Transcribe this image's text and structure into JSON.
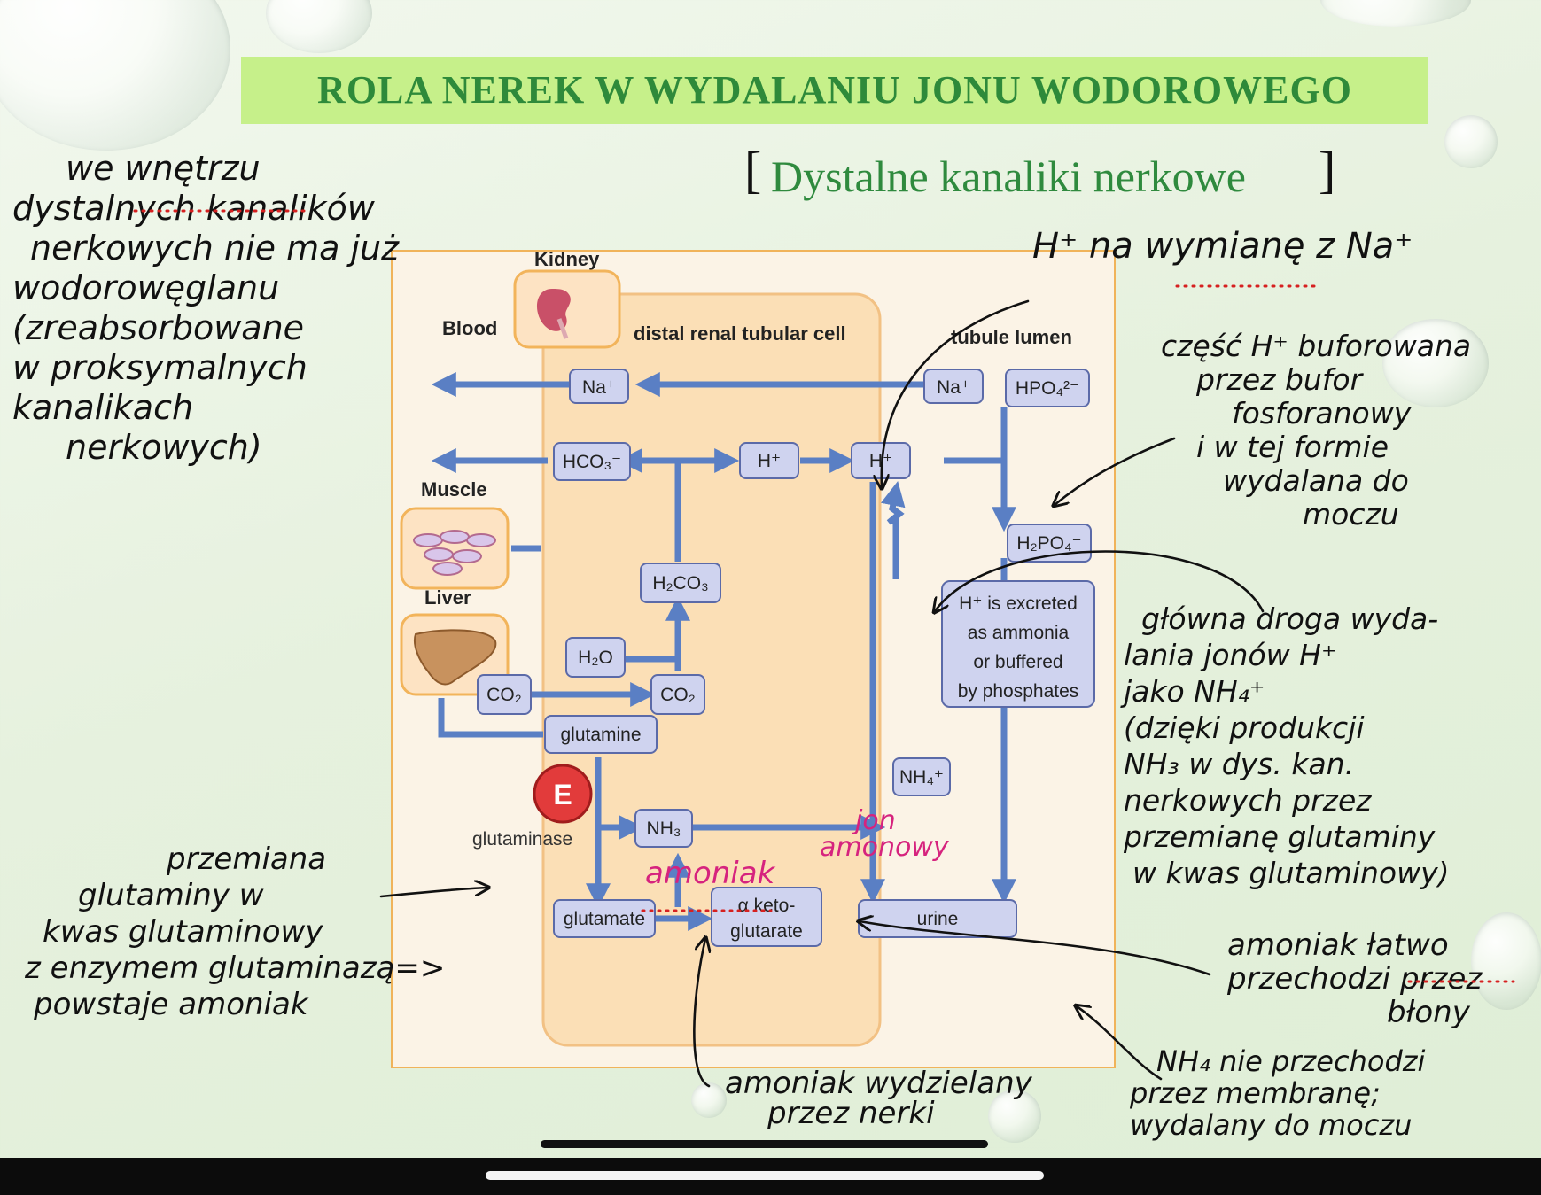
{
  "slide": {
    "title": "ROLA NEREK W WYDALANIU JONU WODOROWEGO",
    "subtitle": "Dystalne kanaliki nerkowe"
  },
  "diagram": {
    "labels": {
      "kidney": "Kidney",
      "blood": "Blood",
      "cell": "distal renal tubular cell",
      "lumen": "tubule lumen",
      "muscle": "Muscle",
      "liver": "Liver",
      "enzyme": "glutaminase",
      "enzyme_symbol": "E"
    },
    "boxes": {
      "na_blood": "Na⁺",
      "na_lumen": "Na⁺",
      "hpo4": "HPO₄²⁻",
      "hco3": "HCO₃⁻",
      "h_cell": "H⁺",
      "h_lumen": "H⁺",
      "h2po4": "H₂PO₄⁻",
      "h2co3": "H₂CO₃",
      "h2o": "H₂O",
      "co2_left": "CO₂",
      "co2_right": "CO₂",
      "glutamine": "glutamine",
      "nh4": "NH₄⁺",
      "nh3": "NH₃",
      "glutamate": "glutamate",
      "ketoglutarate_1": "α keto-",
      "ketoglutarate_2": "glutarate",
      "urine": "urine",
      "excretion_1": "H⁺ is excreted",
      "excretion_2": "as ammonia",
      "excretion_3": "or buffered",
      "excretion_4": "by phosphates"
    }
  },
  "notes": {
    "left_top": [
      "we wnętrzu",
      "dystalnych kanalików",
      "nerkowych nie ma już",
      "wodorowęglanu",
      "(zreabsorbowane",
      "w proksymalnych",
      "kanalikach",
      "nerkowych)"
    ],
    "h_exchange": "H⁺ na wymianę z Na⁺",
    "phosphate_buffer": [
      "część H⁺ buforowana",
      "przez bufor",
      "fosforanowy",
      "i w tej formie",
      "wydalana do",
      "moczu"
    ],
    "main_route": [
      "główna droga wyda-",
      "lania jonów H⁺",
      "jako NH₄⁺",
      "(dzięki produkcji",
      "NH₃ w dys. kan.",
      "nerkowych przez",
      "przemianę glutaminy",
      "w kwas glutaminowy)"
    ],
    "glutamine_conversion": [
      "przemiana",
      "glutaminy w",
      "kwas glutaminowy",
      "z enzymem glutaminazą=>",
      "powstaje amoniak"
    ],
    "amoniak": "amoniak",
    "jon_amonowy": [
      "jon",
      "amonowy"
    ],
    "membrane": [
      "amoniak łatwo",
      "przechodzi przez",
      "błony"
    ],
    "nh4_note": [
      "NH₄ nie przechodzi",
      "przez membranę;",
      "wydalany do moczu"
    ],
    "kidney_secretion": [
      "amoniak wydzielany",
      "przez nerki"
    ]
  }
}
